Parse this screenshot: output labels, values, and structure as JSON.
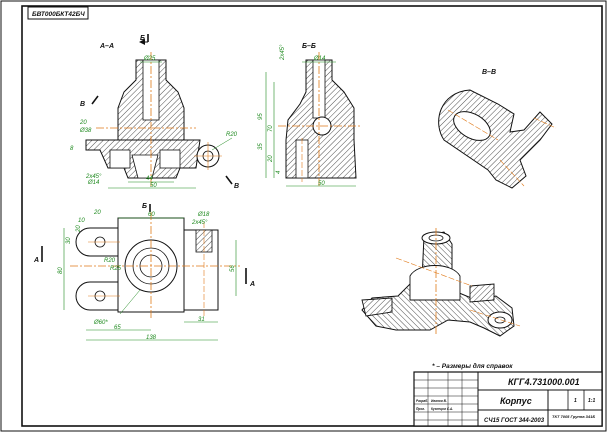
{
  "sheet": {
    "rotated_stamp": "БВТ000БКТ42БЧ"
  },
  "views": {
    "section_aa": "А–А",
    "section_bb": "Б–Б",
    "section_vv": "В–В",
    "cut_b_top": "Б",
    "cut_b_plan": "Б",
    "cut_v_left": "В",
    "cut_v_right": "В",
    "cut_a_left": "А",
    "cut_a_right": "А"
  },
  "dims": {
    "d1": "Ø25",
    "d2": "Ø38",
    "d3": "20",
    "d4": "8",
    "d5": "44",
    "d6": "50",
    "d7": "2x45°",
    "d8": "R20",
    "d9": "Ø14",
    "d10": "2x45°",
    "d11": "95",
    "d12": "70",
    "d13": "35",
    "d14": "20",
    "d15": "4",
    "d16": "50",
    "d17": "60",
    "d18": "20",
    "d19": "10",
    "d20": "30",
    "d21": "20",
    "d22": "Ø18",
    "d23": "R25",
    "d24": "R20",
    "d25": "80",
    "d26": "56",
    "d27": "Ø60*",
    "d28": "65",
    "d29": "31",
    "d30": "138",
    "d31": "60*"
  },
  "note": "* – Размеры для справок",
  "title_block": {
    "designation": "КГГ4.731000.001",
    "name": "Корпус",
    "material": "СЧ15 ГОСТ 344-2003",
    "scale": "1:1",
    "org": "ТКТ 7005 Группа 341Б",
    "sheet_mark": "1",
    "role_1": "Разраб.",
    "person_1": "Иванов В.",
    "role_2": "Пров.",
    "person_2": "Кузнецов С.А."
  }
}
